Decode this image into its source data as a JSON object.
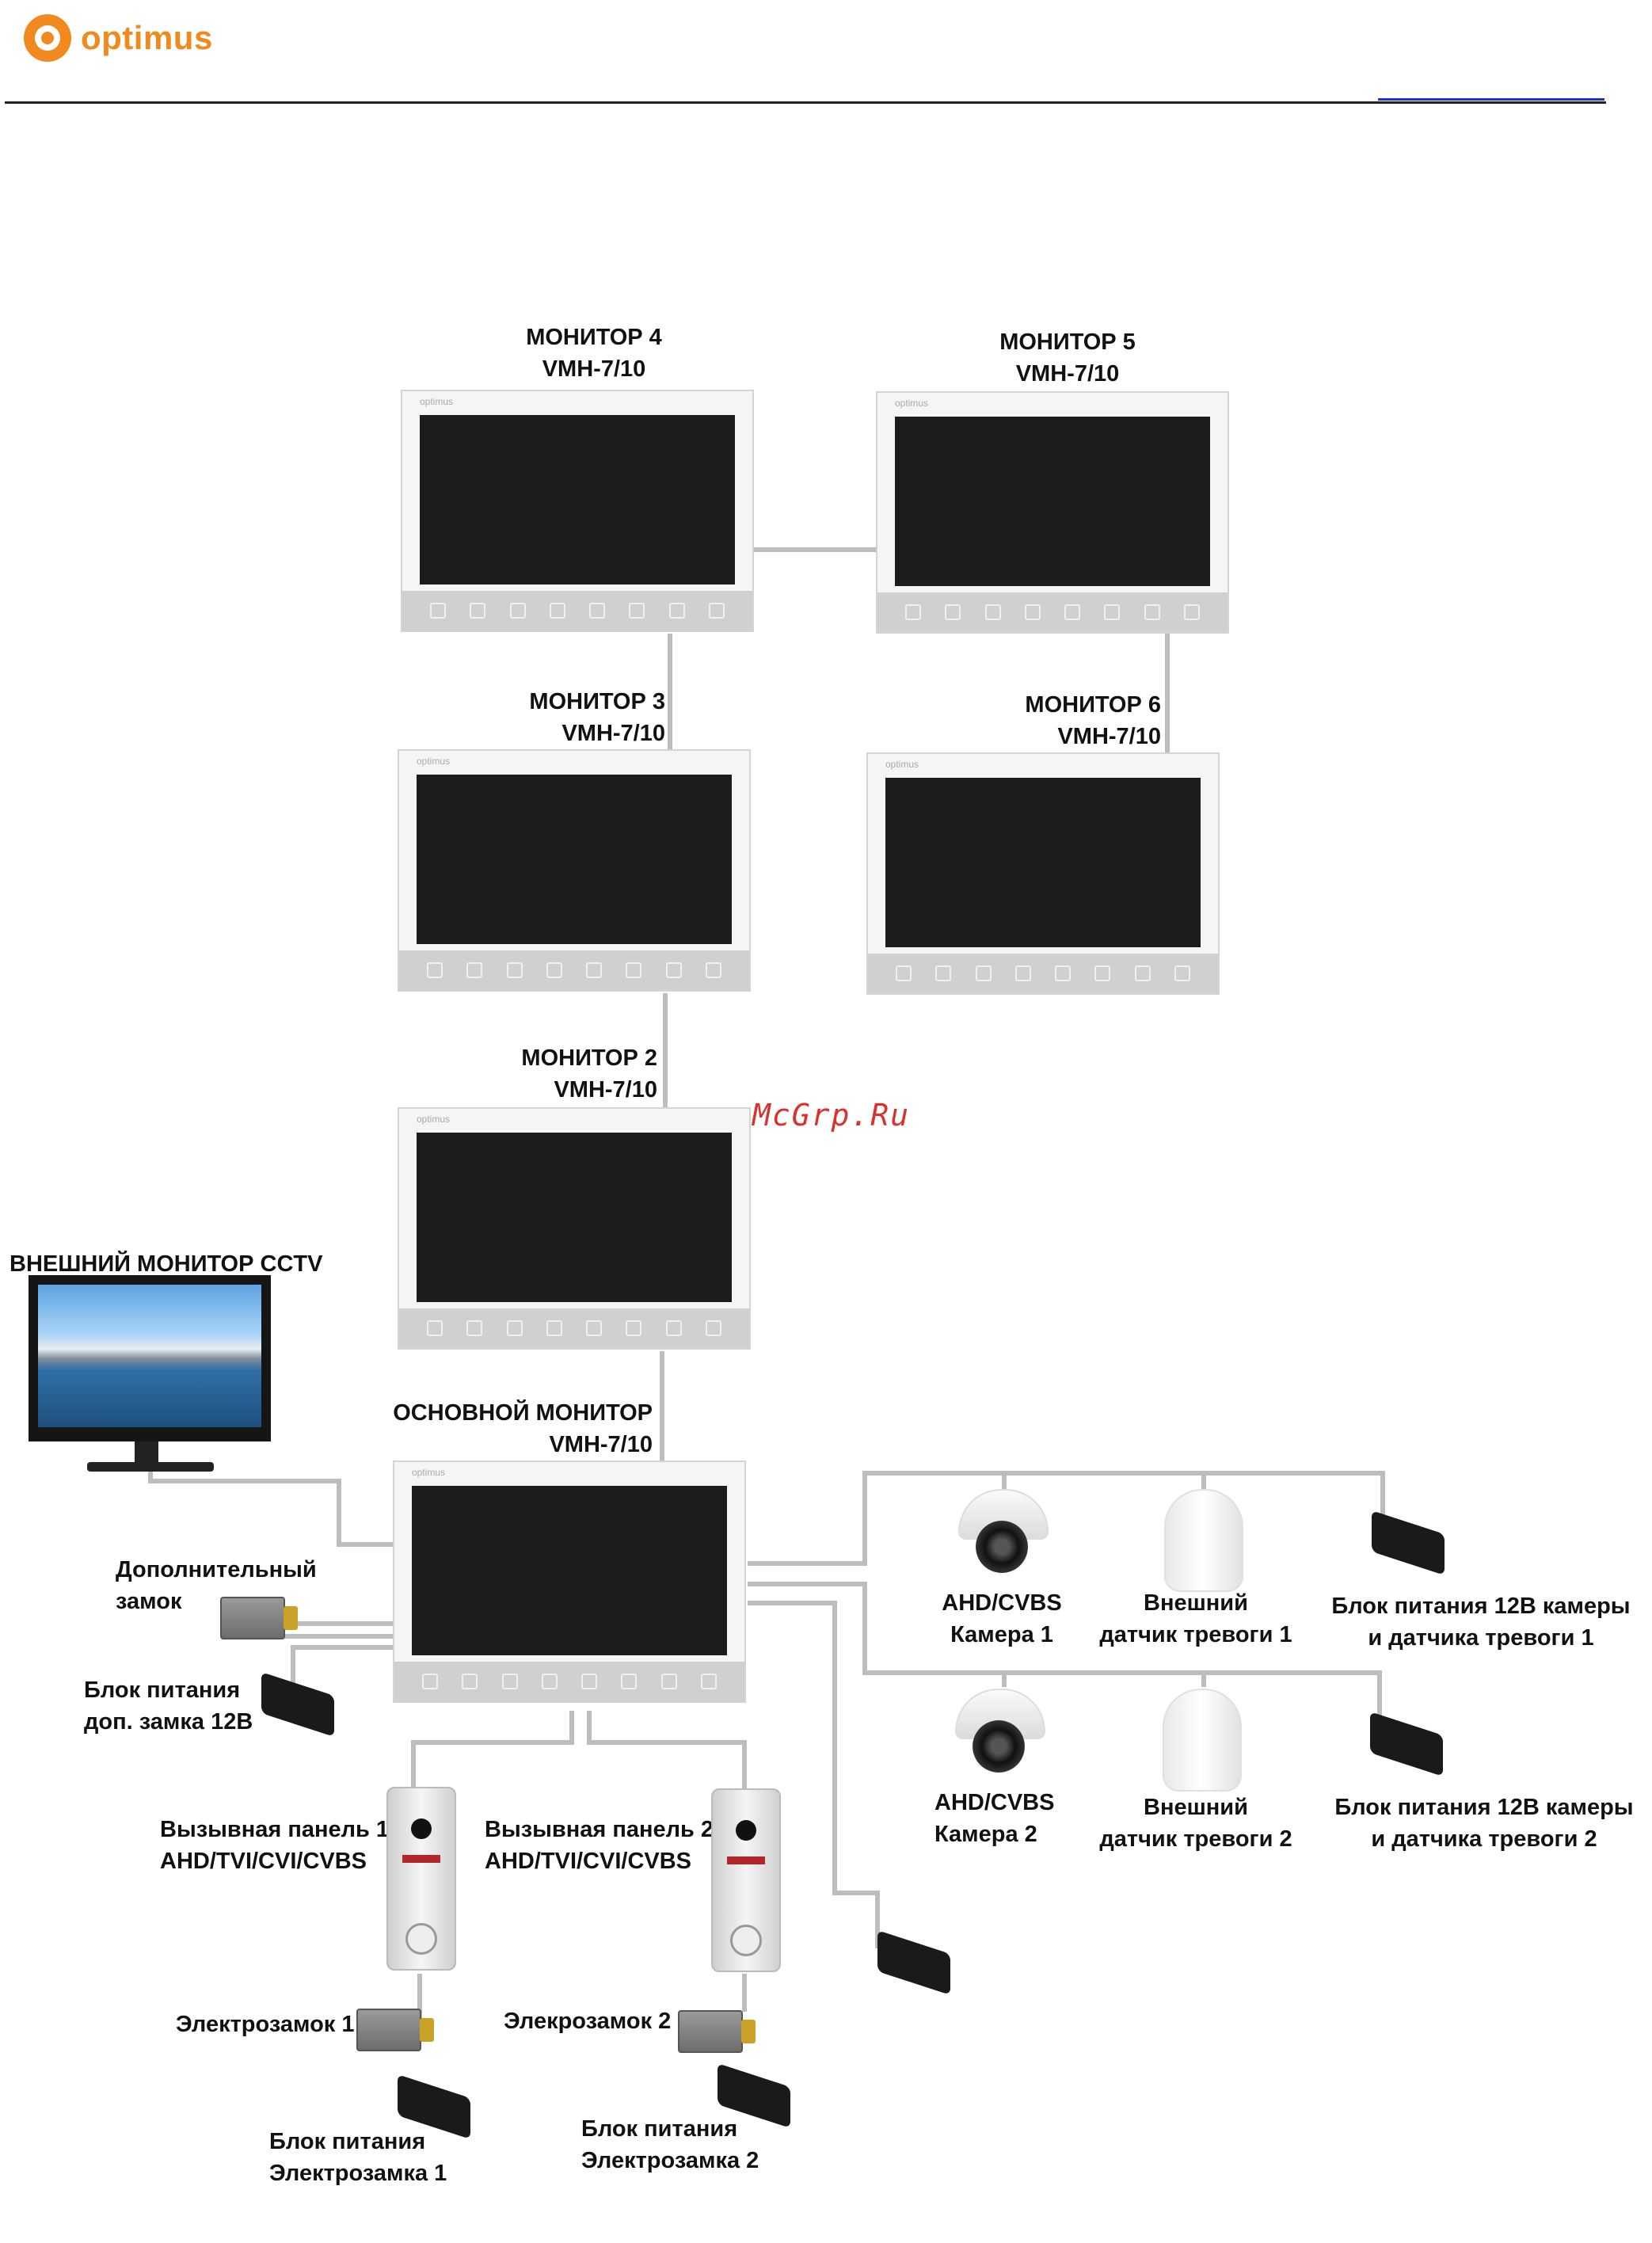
{
  "header": {
    "brand": "optimus"
  },
  "watermark": "McGrp.Ru",
  "labels": {
    "mon4_name": "МОНИТОР 4",
    "mon4_model": "VMH-7/10",
    "mon5_name": "МОНИТОР 5",
    "mon5_model": "VMH-7/10",
    "mon3_name": "МОНИТОР 3",
    "mon3_model": "VMH-7/10",
    "mon6_name": "МОНИТОР 6",
    "mon6_model": "VMH-7/10",
    "mon2_name": "МОНИТОР 2",
    "mon2_model": "VMH-7/10",
    "main_name": "ОСНОВНОЙ МОНИТОР",
    "main_model": "VMH-7/10",
    "cctv": "ВНЕШНИЙ МОНИТОР CCTV",
    "extra_lock_1": "Дополнительный",
    "extra_lock_2": "замок",
    "extra_psu_1": "Блок питания",
    "extra_psu_2": "доп. замка 12В",
    "cam1_1": "AHD/CVBS",
    "cam1_2": "Камера 1",
    "sens1_1": "Внешний",
    "sens1_2": "датчик тревоги 1",
    "psu1_1": "Блок питания 12В камеры",
    "psu1_2": "и датчика тревоги 1",
    "cam2_1": "AHD/CVBS",
    "cam2_2": "Камера 2",
    "sens2_1": "Внешний",
    "sens2_2": "датчик тревоги 2",
    "psu2_1": "Блок питания 12В камеры",
    "psu2_2": "и датчика тревоги 2",
    "panel1_1": "Вызывная панель 1",
    "panel1_2": "AHD/TVI/CVI/CVBS",
    "panel2_1": "Вызывная панель 2",
    "panel2_2": "AHD/TVI/CVI/CVBS",
    "lock1": "Электрозамок 1",
    "lock2": "Элекрозамок 2",
    "lpsu1_1": "Блок питания",
    "lpsu1_2": "Электрозамка 1",
    "lpsu2_1": "Блок питания",
    "lpsu2_2": "Электрозамка 2"
  },
  "monitor_brand": "optimus",
  "colors": {
    "brand": "#f08a1e",
    "wire": "#bdbdbd",
    "watermark": "#d9312b"
  }
}
